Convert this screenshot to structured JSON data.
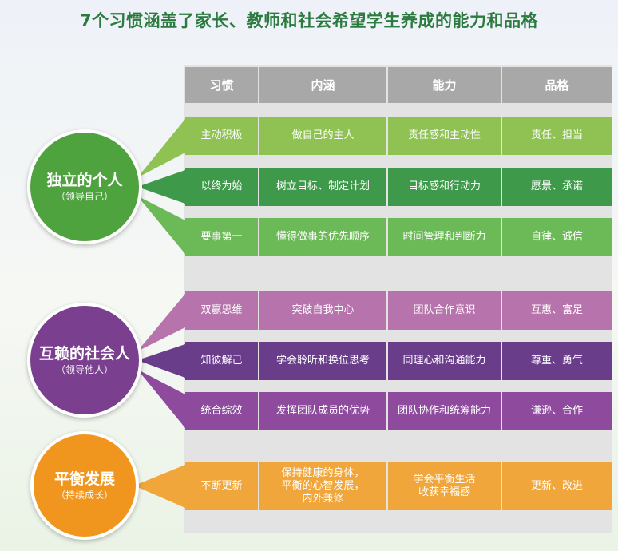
{
  "title": "7个习惯涵盖了家长、教师和社会希望学生养成的能力和品格",
  "headers": [
    "习惯",
    "内涵",
    "能力",
    "品格"
  ],
  "groups": [
    {
      "name": "独立的个人",
      "subtitle": "（领导自己）",
      "color": "#4fa33f"
    },
    {
      "name": "互赖的社会人",
      "subtitle": "（领导他人）",
      "color": "#7b3f8f"
    },
    {
      "name": "平衡发展",
      "subtitle": "（持续成长）",
      "color": "#f0961e"
    }
  ],
  "rows": [
    {
      "habit": "主动积极",
      "meaning": "做自己的主人",
      "ability": "责任感和主动性",
      "character": "责任、担当",
      "color": "#8fc153"
    },
    {
      "habit": "以终为始",
      "meaning": "树立目标、制定计划",
      "ability": "目标感和行动力",
      "character": "愿景、承诺",
      "color": "#3e9a4a"
    },
    {
      "habit": "要事第一",
      "meaning": "懂得做事的优先顺序",
      "ability": "时间管理和判断力",
      "character": "自律、诚信",
      "color": "#6cba57"
    },
    {
      "habit": "双赢思维",
      "meaning": "突破自我中心",
      "ability": "团队合作意识",
      "character": "互惠、富足",
      "color": "#b773ab"
    },
    {
      "habit": "知彼解己",
      "meaning": "学会聆听和换位思考",
      "ability": "同理心和沟通能力",
      "character": "尊重、勇气",
      "color": "#6a3d8b"
    },
    {
      "habit": "统合综效",
      "meaning": "发挥团队成员的优势",
      "ability": "团队协作和统筹能力",
      "character": "谦逊、合作",
      "color": "#8e4b9e"
    },
    {
      "habit": "不断更新",
      "meaning": "保持健康的身体，\n平衡的心智发展，\n内外兼修",
      "ability": "学会平衡生活\n收获幸福感",
      "character": "更新、改进",
      "color": "#f0a63a"
    }
  ]
}
